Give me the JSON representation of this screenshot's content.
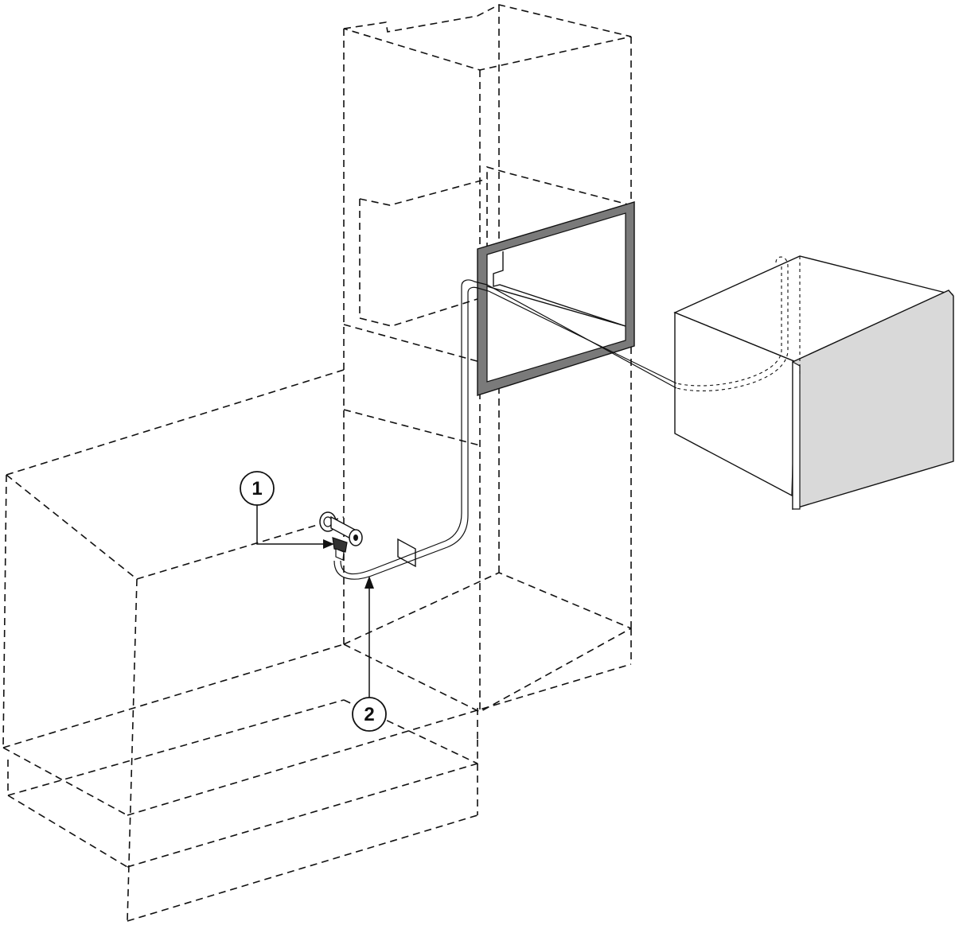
{
  "callouts": [
    {
      "id": "1",
      "label": "1"
    },
    {
      "id": "2",
      "label": "2"
    }
  ],
  "colors": {
    "line": "#111111",
    "frame": "#7a7a7a",
    "frame_inner": "#d6d6d6",
    "drawer_front": "#d9d9d9",
    "background": "#ffffff"
  },
  "icons": [
    "water-tap-icon"
  ]
}
